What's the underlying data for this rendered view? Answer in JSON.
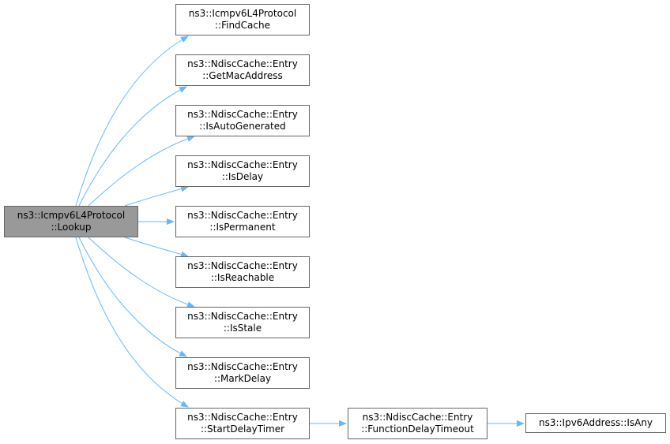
{
  "graph": {
    "edge_color": "#63b8ff",
    "root_fill": "#999999",
    "node_border": "#666666",
    "nodes": {
      "lookup": {
        "line1": "ns3::Icmpv6L4Protocol",
        "line2": "::Lookup"
      },
      "findcache": {
        "line1": "ns3::Icmpv6L4Protocol",
        "line2": "::FindCache"
      },
      "getmac": {
        "line1": "ns3::NdiscCache::Entry",
        "line2": "::GetMacAddress"
      },
      "isauto": {
        "line1": "ns3::NdiscCache::Entry",
        "line2": "::IsAutoGenerated"
      },
      "isdelay": {
        "line1": "ns3::NdiscCache::Entry",
        "line2": "::IsDelay"
      },
      "isperm": {
        "line1": "ns3::NdiscCache::Entry",
        "line2": "::IsPermanent"
      },
      "isreach": {
        "line1": "ns3::NdiscCache::Entry",
        "line2": "::IsReachable"
      },
      "isstale": {
        "line1": "ns3::NdiscCache::Entry",
        "line2": "::IsStale"
      },
      "markdelay": {
        "line1": "ns3::NdiscCache::Entry",
        "line2": "::MarkDelay"
      },
      "startdelay": {
        "line1": "ns3::NdiscCache::Entry",
        "line2": "::StartDelayTimer"
      },
      "funcdelay": {
        "line1": "ns3::NdiscCache::Entry",
        "line2": "::FunctionDelayTimeout"
      },
      "isany": {
        "line1": "ns3::Ipv6Address::IsAny"
      }
    },
    "edges": [
      [
        "lookup",
        "findcache"
      ],
      [
        "lookup",
        "getmac"
      ],
      [
        "lookup",
        "isauto"
      ],
      [
        "lookup",
        "isdelay"
      ],
      [
        "lookup",
        "isperm"
      ],
      [
        "lookup",
        "isreach"
      ],
      [
        "lookup",
        "isstale"
      ],
      [
        "lookup",
        "markdelay"
      ],
      [
        "lookup",
        "startdelay"
      ],
      [
        "startdelay",
        "funcdelay"
      ],
      [
        "funcdelay",
        "isany"
      ]
    ]
  }
}
